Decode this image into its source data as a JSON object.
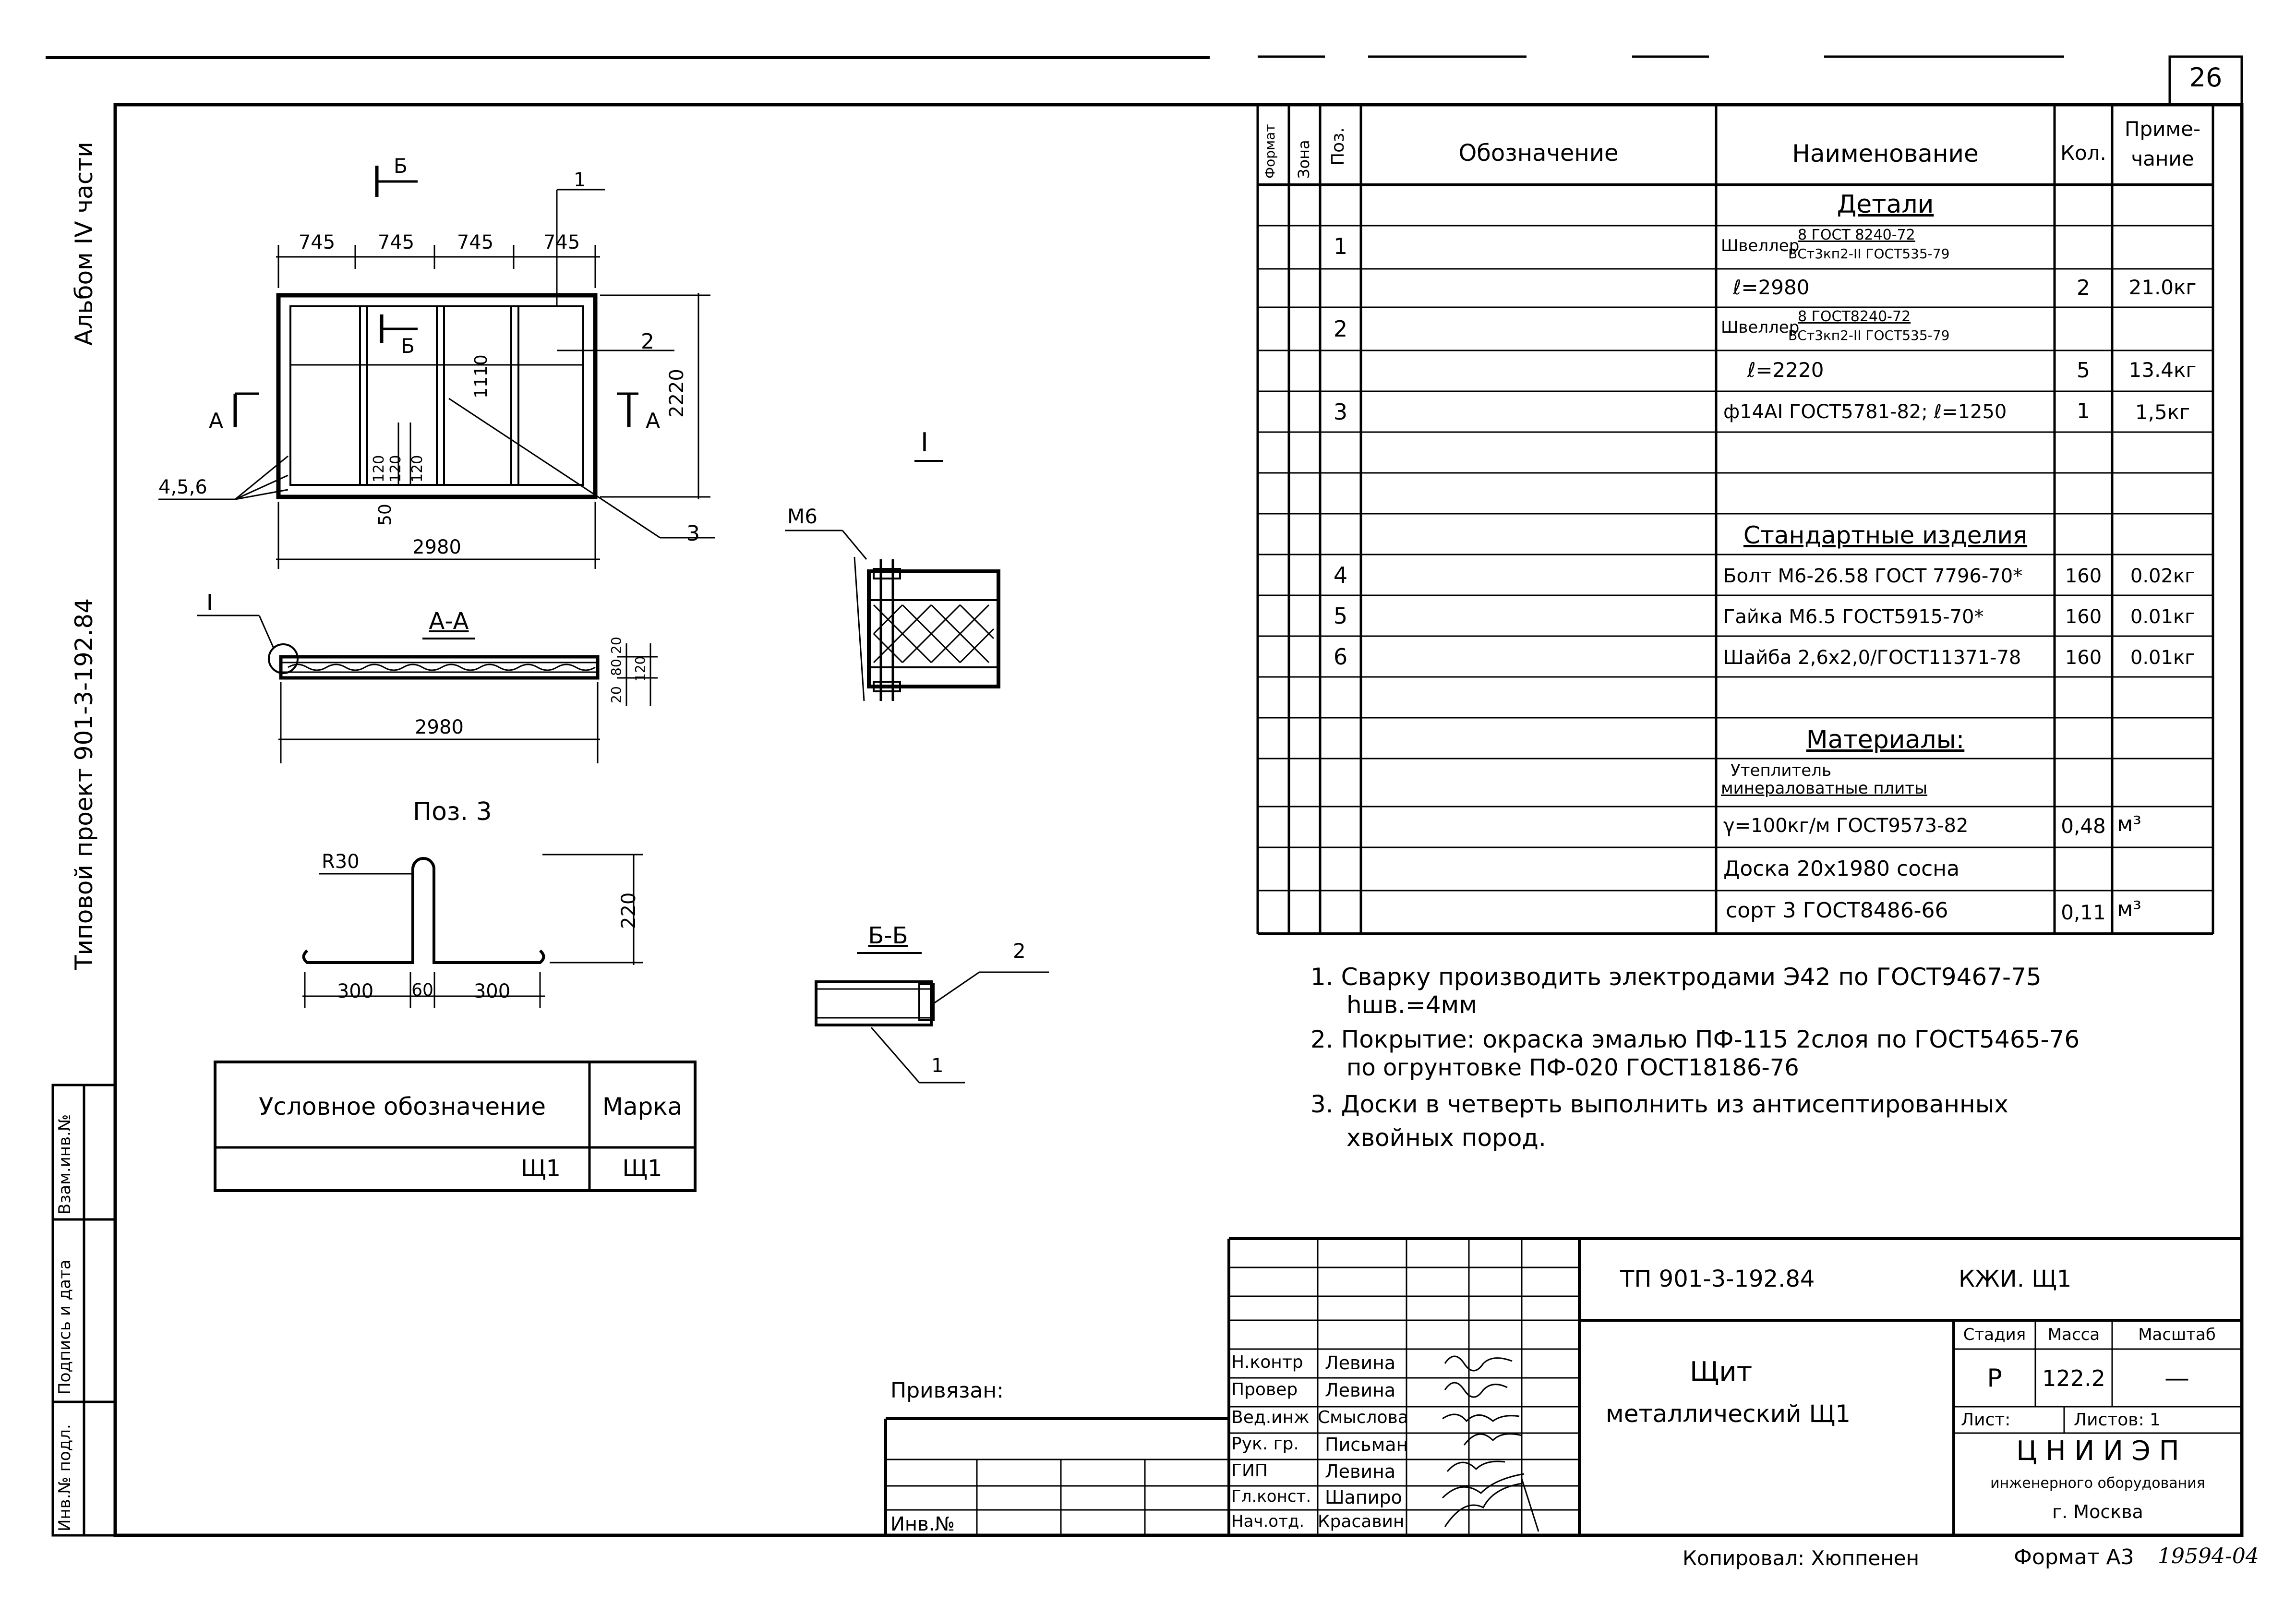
{
  "sheet": {
    "number": "26"
  },
  "side_stamp": {
    "album": "Альбом IV части",
    "project": "Типовой   проект   901-3-192.84",
    "inv_podl": "Инв.№ подл.",
    "podpis": "Подпись и дата",
    "vzam": "Взам.инв.№"
  },
  "drawing": {
    "plan": {
      "dims_top": [
        "745",
        "745",
        "745",
        "745"
      ],
      "dim_total": "2980",
      "dim_height": "2220",
      "cut_b": "Б",
      "cut_a": "А",
      "leader_1": "1",
      "leader_2": "2",
      "leader_3": "3",
      "leader_456": "4,5,6",
      "dim_1110": "1110",
      "dim_120a": "120",
      "dim_120b": "120",
      "dim_120c": "120",
      "dim_50": "50"
    },
    "section_aa": {
      "title": "А-А",
      "ref_i": "I",
      "dim_len": "2980",
      "dim_20a": "20",
      "dim_80": "80",
      "dim_20b": "20",
      "dim_120": "120"
    },
    "detail_i": {
      "title": "I",
      "m6": "М6"
    },
    "pos3": {
      "title": "Поз. 3",
      "r30": "R30",
      "d300a": "300",
      "d60": "60",
      "d300b": "300",
      "d220": "220"
    },
    "section_bb": {
      "title": "Б-Б",
      "leader_2": "2",
      "leader_1": "1"
    }
  },
  "legend": {
    "col1": "Условное   обозначение",
    "col2": "Марка",
    "val1": "Щ1",
    "val2": "Щ1"
  },
  "spec": {
    "headers": {
      "format": "Формат",
      "zone": "Зона",
      "pos": "Поз.",
      "designation": "Обозначение",
      "name": "Наименование",
      "qty": "Кол.",
      "note1": "Приме-",
      "note2": "чание"
    },
    "section_details": "Детали",
    "r1_pos": "1",
    "r1_name": "Швеллер",
    "r1_frac_top": "8 ГОСТ 8240-72",
    "r1_frac_bot": "ВСт3кп2-II ГОСТ535-79",
    "r1_len": "ℓ=2980",
    "r1_qty": "2",
    "r1_note": "21.0кг",
    "r2_pos": "2",
    "r2_name": "Швеллер",
    "r2_frac_top": "8 ГОСТ8240-72",
    "r2_frac_bot": "ВСт3кп2-II ГОСТ535-79",
    "r2_len": "ℓ=2220",
    "r2_qty": "5",
    "r2_note": "13.4кг",
    "r3_pos": "3",
    "r3_name": "ф14АI ГОСТ5781-82; ℓ=1250",
    "r3_qty": "1",
    "r3_note": "1,5кг",
    "section_std": "Стандартные   изделия",
    "r4_pos": "4",
    "r4_name": "Болт М6-26.58 ГОСТ 7796-70*",
    "r4_qty": "160",
    "r4_note": "0.02кг",
    "r5_pos": "5",
    "r5_name": "Гайка М6.5  ГОСТ5915-70*",
    "r5_qty": "160",
    "r5_note": "0.01кг",
    "r6_pos": "6",
    "r6_name": "Шайба 2,6х2,0/ГОСТ11371-78",
    "r6_qty": "160",
    "r6_note": "0.01кг",
    "section_mat": "Материалы:",
    "m1_l1": "Утеплитель",
    "m1_l2": "минераловатные   плиты",
    "m1_l3": "γ=100кг/м  ГОСТ9573-82",
    "m1_qty": "0,48",
    "m1_unit": "м³",
    "m2_l1": "Доска  20х1980   сосна",
    "m2_l2": "сорт 3  ГОСТ8486-66",
    "m2_qty": "0,11",
    "m2_unit": "м³"
  },
  "notes": [
    "1.  Сварку  производить  электродами Э42 по ГОСТ9467-75",
    "hшв.=4мм",
    "2.  Покрытие: окраска эмалью ПФ-115 2слоя по ГОСТ5465-76",
    "по огрунтовке   ПФ-020  ГОСТ18186-76",
    "3.  Доски в четверть  выполнить  из антисептированных",
    "хвойных  пород."
  ],
  "title_block": {
    "project_code": "ТП  901-3-192.84",
    "mark": "КЖИ. Щ1",
    "privyazan": "Привязан:",
    "inv": "Инв.№",
    "roles": [
      "Н.контр",
      "Провер",
      "Вед.инж",
      "Рук. гр.",
      "ГИП",
      "Гл.конст.",
      "Нач.отд."
    ],
    "names": [
      "Левина",
      "Левина",
      "Смыслова",
      "Письман",
      "Левина",
      "Шапиро",
      "Красавин"
    ],
    "title1": "Щит",
    "title2": "металлический   Щ1",
    "stadiya_h": "Стадия",
    "massa_h": "Масса",
    "masshtab_h": "Масштаб",
    "stadiya": "Р",
    "massa": "122.2",
    "masshtab": "—",
    "list": "Лист:",
    "listov": "Листов: 1",
    "org1": "Ц Н И И  Э П",
    "org2": "инженерного оборудования",
    "org3": "г. Москва"
  },
  "footer": {
    "copied": "Копировал: Хюппенен",
    "format": "Формат А3",
    "doc_no": "19594-04"
  }
}
